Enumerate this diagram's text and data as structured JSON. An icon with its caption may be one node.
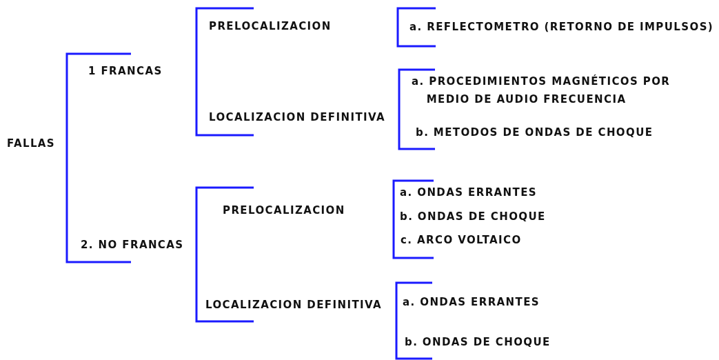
{
  "diagram": {
    "labels": [
      "PRELOCALIZACION",
      "a. REFLECTOMETRO (RETORNO DE IMPULSOS)",
      "1 FRANCAS",
      "a. PROCEDIMIENTOS MAGNÉTICOS POR MEDIO DE AUDIO FRECUENCIA",
      "LOCALIZACION DEFINITIVA",
      "b. METODOS DE ONDAS DE CHOQUE",
      "FALLAS",
      "a. ONDAS ERRANTES",
      "PRELOCALIZACION",
      "b. ONDAS DE CHOQUE",
      "c. ARCO VOLTAICO",
      "2. NO FRANCAS",
      "a. ONDAS ERRANTES",
      "LOCALIZACION DEFINITIVA",
      "b. ONDAS DE CHOQUE"
    ]
  }
}
